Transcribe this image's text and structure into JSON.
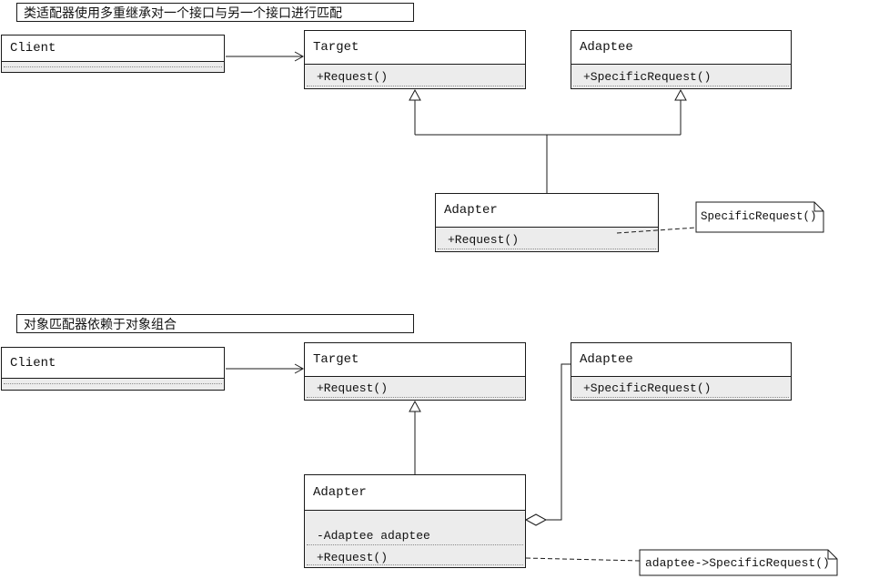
{
  "titles": {
    "top": "类适配器使用多重继承对一个接口与另一个接口进行匹配",
    "bottom": "对象匹配器依赖于对象组合"
  },
  "top": {
    "client": {
      "name": "Client"
    },
    "target": {
      "name": "Target",
      "method": "+Request()"
    },
    "adaptee": {
      "name": "Adaptee",
      "method": "+SpecificRequest()"
    },
    "adapter": {
      "name": "Adapter",
      "method": "+Request()"
    },
    "note": {
      "text": "SpecificRequest()"
    }
  },
  "bottom": {
    "client": {
      "name": "Client"
    },
    "target": {
      "name": "Target",
      "method": "+Request()"
    },
    "adaptee": {
      "name": "Adaptee",
      "method": "+SpecificRequest()"
    },
    "adapter": {
      "name": "Adapter",
      "attribute": "-Adaptee adaptee",
      "method": "+Request()"
    },
    "note": {
      "text": "adaptee->SpecificRequest()"
    }
  }
}
